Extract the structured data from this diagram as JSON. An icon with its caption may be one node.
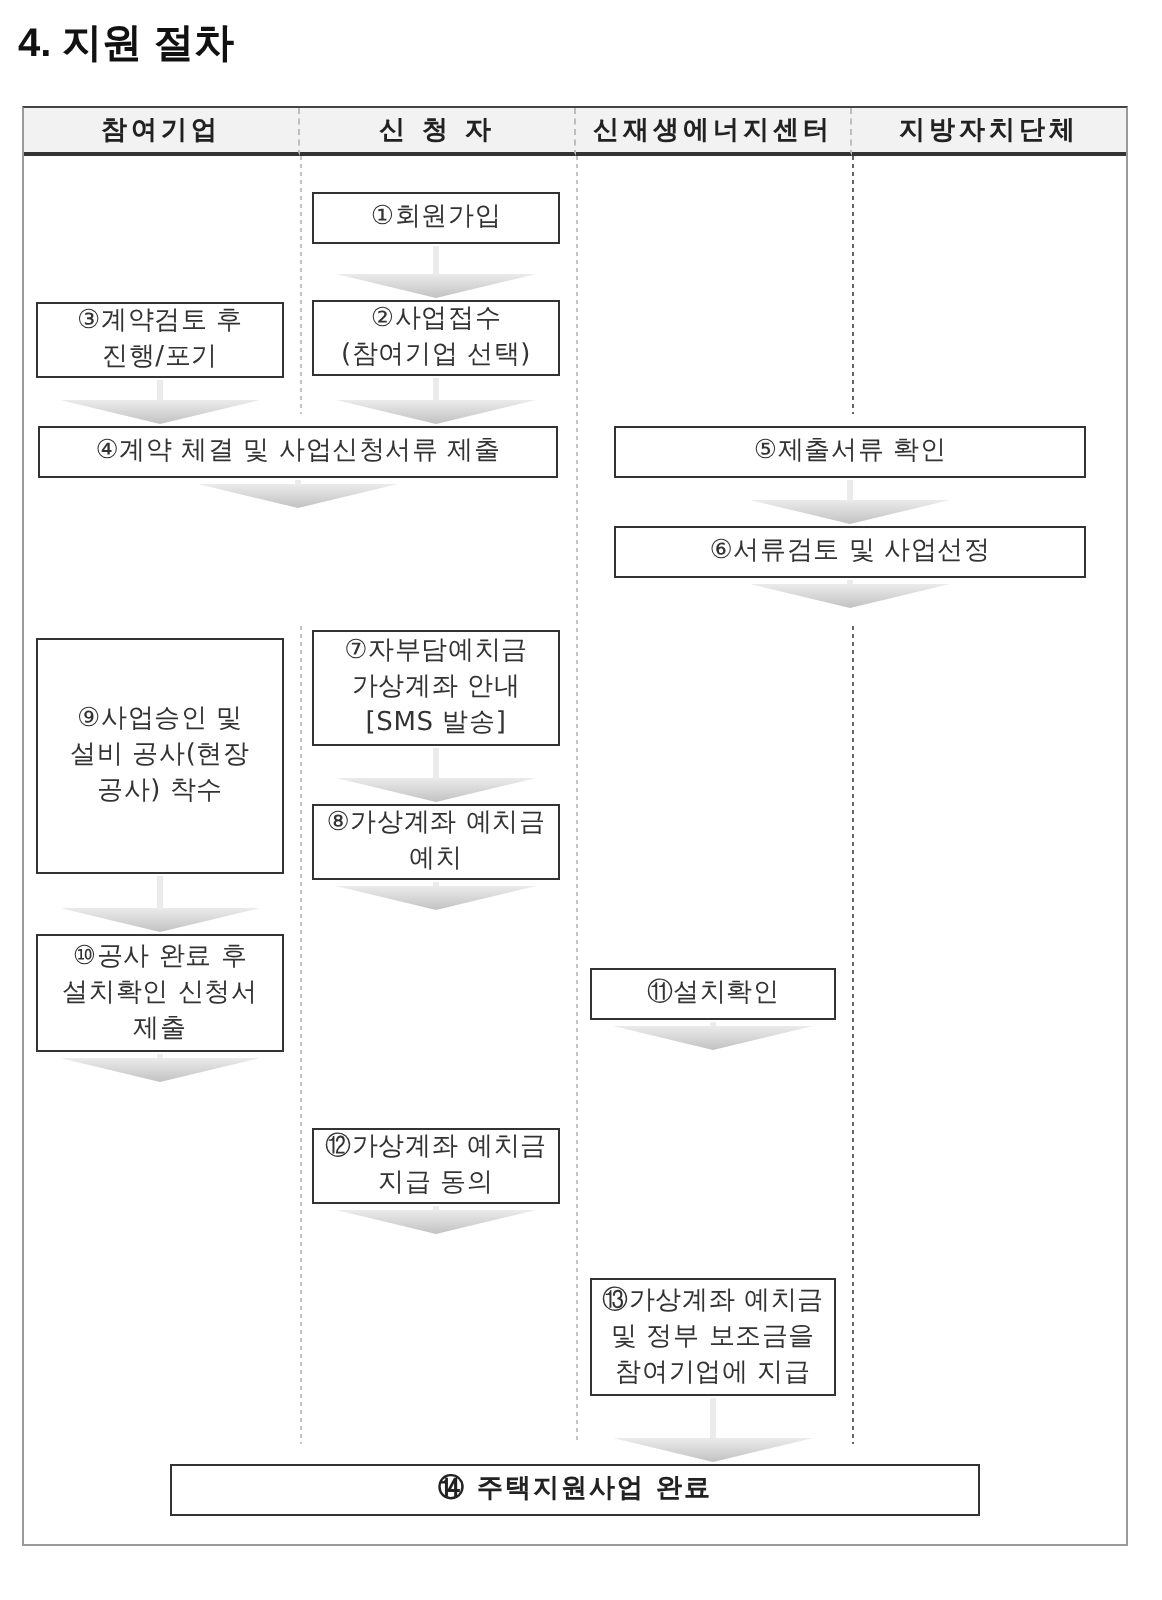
{
  "diagram": {
    "title": "4. 지원 절차",
    "nodes": [
      {
        "text": [
          "①회원가입"
        ]
      },
      {
        "text": [
          "②사업접수 (참여기업 선택)"
        ]
      },
      {
        "text": [
          "③계약검토 후 진행/포기"
        ]
      },
      {
        "text": [
          "④계약 체결 및 사업신청서류 제출"
        ]
      },
      {
        "text": [
          "⑤제출서류 확인"
        ]
      },
      {
        "text": [
          "⑥서류검토 및 사업선정"
        ]
      },
      {
        "text": [
          "⑦자부담예치금 가상계좌 안내 [SMS 발송]"
        ]
      },
      {
        "text": [
          "⑧가상계좌 예치금 예치"
        ]
      },
      {
        "text": [
          "⑨사업승인 및 설비 공사(현장 공사) 착수"
        ]
      },
      {
        "text": [
          "⑩공사 완료 후 설치확인 신청서 제출"
        ]
      },
      {
        "text": [
          "⑪설치확인"
        ]
      },
      {
        "text": [
          "⑫가상계좌 예치금 지급 동의"
        ]
      },
      {
        "text": [
          "⑬가상계좌 예치금 및 정부 보조금을 참여기업에 지급"
        ]
      },
      {
        "text": [
          "⑭ 주택지원사업 완료"
        ]
      }
    ],
    "edges": [
      {
        "from": 0,
        "to": 1,
        "arrow": "to"
      },
      {
        "from": 2,
        "to": 3,
        "arrow": "to"
      },
      {
        "from": 1,
        "to": 3,
        "arrow": "to"
      },
      {
        "from": 3,
        "to": null,
        "arrow": "to"
      },
      {
        "from": 4,
        "to": 5,
        "arrow": "to"
      },
      {
        "from": 5,
        "to": null,
        "arrow": "to"
      },
      {
        "from": 6,
        "to": 7,
        "arrow": "to"
      },
      {
        "from": 8,
        "to": 9,
        "arrow": "to"
      },
      {
        "from": 7,
        "to": null,
        "arrow": "to"
      },
      {
        "from": 9,
        "to": null,
        "arrow": "to"
      },
      {
        "from": 10,
        "to": null,
        "arrow": "to"
      },
      {
        "from": 11,
        "to": null,
        "arrow": "to"
      },
      {
        "from": 12,
        "to": 13,
        "arrow": "to"
      }
    ],
    "labels": [
      "참여기업",
      "신 청 자",
      "신재생에너지센터",
      "지방자치단체"
    ]
  }
}
